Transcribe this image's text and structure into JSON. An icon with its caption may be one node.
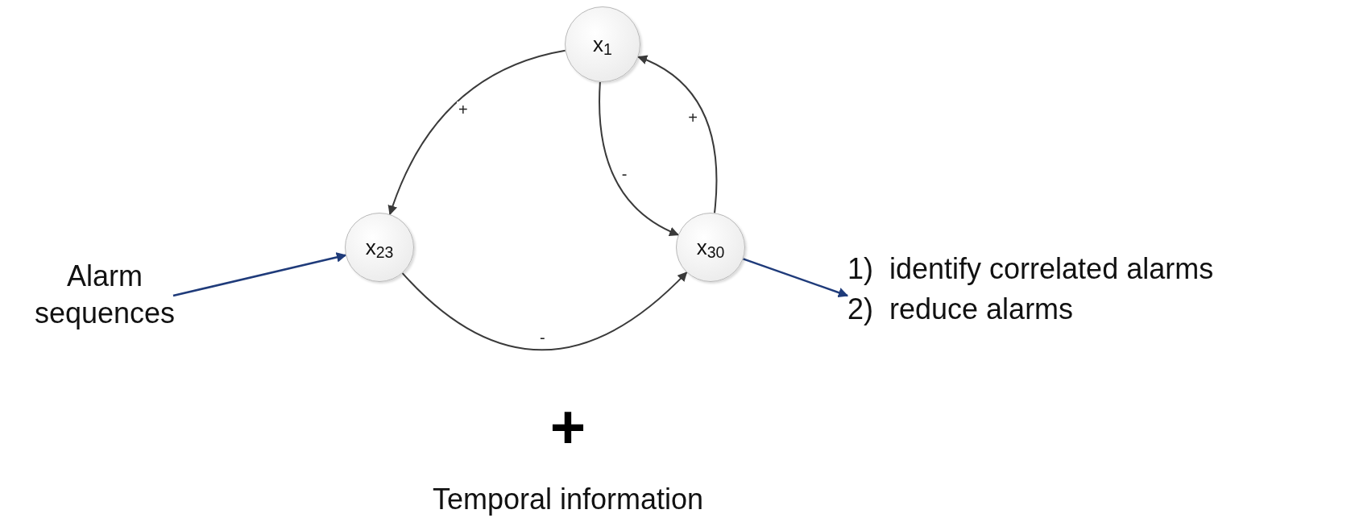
{
  "diagram": {
    "nodes": [
      {
        "text": [
          "Alarm sequences"
        ]
      },
      {
        "text": [
          "x$_{1}$"
        ]
      },
      {
        "text": [
          "x$_{23}$"
        ]
      },
      {
        "text": [
          "x$_{30}$"
        ]
      },
      {
        "text": [
          "1)  identify correlated alarms",
          "2)  reduce alarms"
        ]
      }
    ],
    "edges": [
      {
        "from": 1,
        "to": 2,
        "arrow": "to",
        "label": "+"
      },
      {
        "from": 1,
        "to": 3,
        "arrow": "to",
        "label": "-"
      },
      {
        "from": 3,
        "to": 1,
        "arrow": "to",
        "label": "+"
      },
      {
        "from": 2,
        "to": 3,
        "arrow": "to",
        "label": "-"
      },
      {
        "from": 0,
        "to": 2,
        "arrow": "to",
        "color": "#1f3b7a"
      },
      {
        "from": 3,
        "to": 4,
        "arrow": "to",
        "color": "#1f3b7a"
      }
    ],
    "labels": [
      "+",
      "Temporal information"
    ]
  }
}
